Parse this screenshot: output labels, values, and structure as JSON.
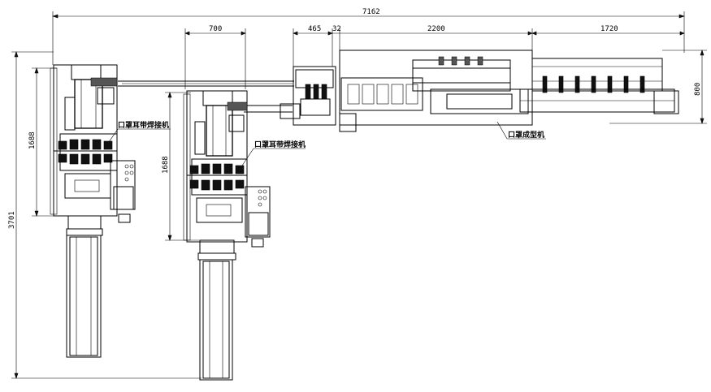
{
  "dimensions": {
    "overall_width": "7162",
    "seg_700": "700",
    "seg_465": "465",
    "seg_32": "32",
    "seg_2200": "2200",
    "seg_1720": "1720",
    "height_800": "800",
    "height_1688_left": "1688",
    "height_1688_mid": "1688",
    "overall_height": "3701"
  },
  "labels": {
    "welder_1": "口罩耳带焊接机",
    "welder_2": "口罩耳带焊接机",
    "forming_machine": "口罩成型机"
  },
  "colors": {
    "line": "#000000",
    "background": "#ffffff"
  }
}
